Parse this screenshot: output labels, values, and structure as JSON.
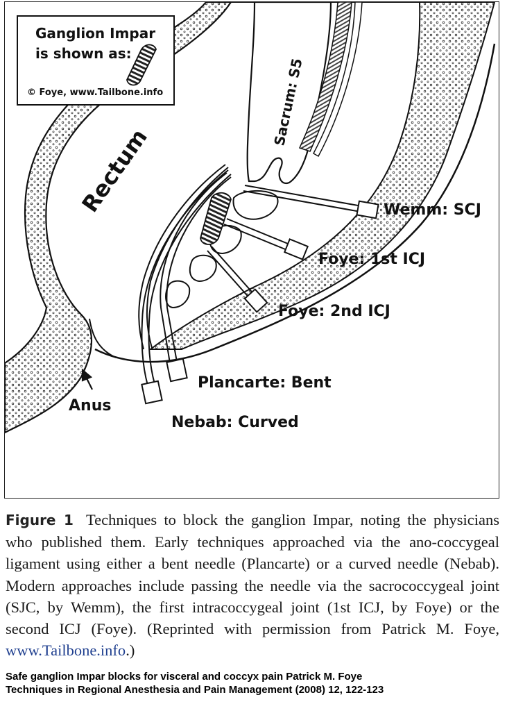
{
  "legend": {
    "line1": "Ganglion Impar",
    "line2": "is shown as:",
    "copyright": "© Foye, www.Tailbone.info"
  },
  "anatomy": {
    "rectum": "Rectum",
    "sacrum": "Sacrum: S5",
    "anus": "Anus"
  },
  "techniques": {
    "wemm": "Wemm: SCJ",
    "foye1": "Foye: 1st ICJ",
    "foye2": "Foye: 2nd ICJ",
    "plancarte": "Plancarte: Bent",
    "nebab": "Nebab: Curved"
  },
  "caption": {
    "label": "Figure 1",
    "text_before_link": "Techniques to block the ganglion Impar, noting the physicians who published them. Early techniques approached via the ano-coccygeal ligament using either a bent needle (Plancarte) or a curved needle (Nebab). Modern approaches include passing the needle via the sacrococcygeal joint (SJC, by Wemm), the first intracoccygeal joint (1st ICJ, by Foye) or the second ICJ (Foye). (Reprinted with permission from Patrick M. Foye,",
    "link": "www.Tailbone.info",
    "text_after_link": ".)"
  },
  "citation": {
    "line1": "Safe ganglion Impar blocks for visceral and coccyx pain  Patrick M. Foye",
    "line2": "Techniques in Regional Anesthesia and Pain Management (2008) 12, 122-123"
  },
  "colors": {
    "ink": "#111111",
    "link": "#1f3f8f"
  }
}
